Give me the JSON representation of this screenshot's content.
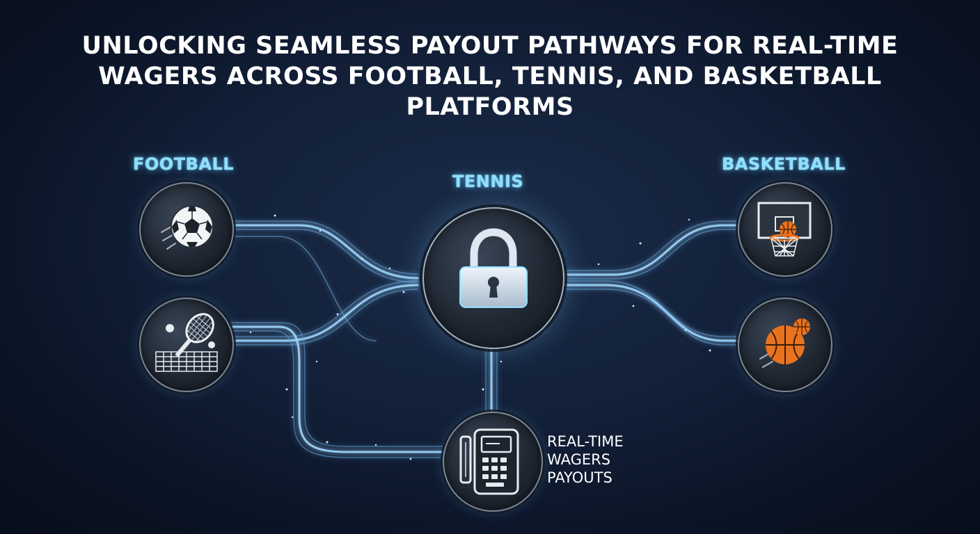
{
  "title": {
    "line1": "UNLOCKING SEAMLESS PAYOUT PATHWAYS FOR REAL-TIME",
    "line2": "WAGERS ACROSS FOOTBALL, TENNIS, AND BASKETBALL",
    "line3": "PLATFORMS"
  },
  "labels": {
    "football": "FOOTBALL",
    "tennis": "TENNIS",
    "basketball": "BASKETBALL"
  },
  "payout_text": {
    "line1": "REAL-TIME",
    "line2": "WAGERS",
    "line3": "PAYOUTS"
  },
  "icons": {
    "football_node": "soccer-ball-icon",
    "tennis_node": "tennis-racket-icon",
    "hub_node": "padlock-icon",
    "basketball_hoop_node": "basketball-hoop-icon",
    "basketball_ball_node": "basketball-icon",
    "payout_node": "payment-terminal-icon"
  },
  "colors": {
    "accent_glow": "#8fe0ff",
    "path_glow": "#9fd8ff",
    "basketball_orange": "#e8731f",
    "background": "#13213a"
  }
}
